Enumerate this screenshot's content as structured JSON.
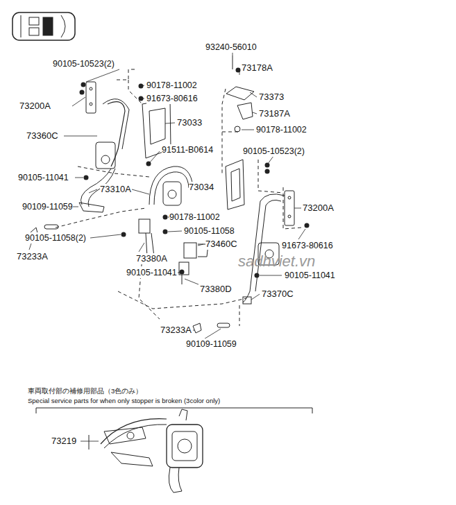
{
  "diagram": {
    "labels": [
      "93240-56010",
      "73178A",
      "73373",
      "73187A",
      "90178-11002",
      "90105-10523(2)",
      "73200A",
      "91673-80616",
      "90105-11041",
      "73370C",
      "73034",
      "90105-10523(2)",
      "73200A",
      "90178-11002",
      "91673-80616",
      "73033",
      "73360C",
      "91511-B0614",
      "90105-11041",
      "73310A",
      "90109-11059",
      "90105-11058(2)",
      "73233A",
      "90178-11002",
      "90105-11058",
      "73460C",
      "73380A",
      "90105-11041",
      "73380D",
      "73233A",
      "90109-11059",
      "車両取付部の補修用部品（3色のみ）",
      "Special service parts for when only stopper is broken (3color only)",
      "73219",
      "sadhviet.vn"
    ]
  }
}
